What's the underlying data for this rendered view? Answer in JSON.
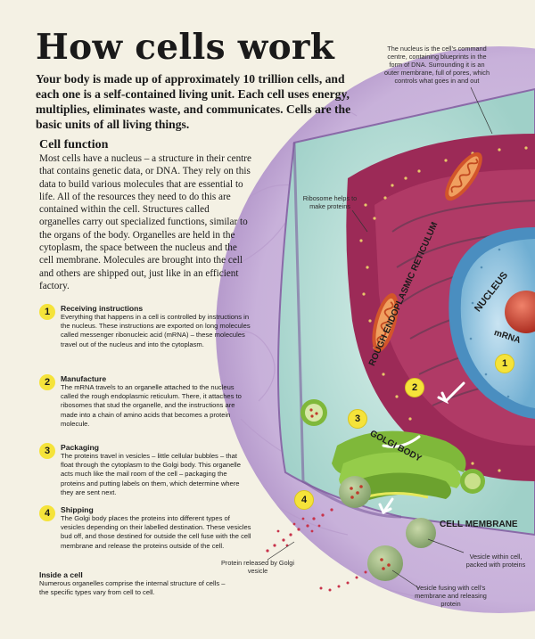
{
  "title": "How cells work",
  "intro": "Your body is made up of approximately 10 trillion cells, and each one is a self-contained living unit. Each cell uses energy, multiplies, eliminates waste, and communicates. Cells are the basic units of all living things.",
  "cell_function": {
    "heading": "Cell function",
    "body": "Most cells have a nucleus – a structure in their centre that contains genetic data, or DNA. They rely on this data to build various molecules that are essential to life. All of the resources they need to do this are contained within the cell. Structures called organelles carry out specialized functions, similar to the organs of the body. Organelles are held in the cytoplasm, the space between the nucleus and the cell membrane. Molecules are brought into the cell and others are shipped out, just like in an efficient factory."
  },
  "steps": [
    {
      "num": "1",
      "title": "Receiving instructions",
      "body": "Everything that happens in a cell is controlled by instructions in the nucleus. These instructions are exported on long molecules called messenger ribonucleic acid (mRNA) – these molecules travel out of the nucleus and into the cytoplasm."
    },
    {
      "num": "2",
      "title": "Manufacture",
      "body": "The mRNA travels to an organelle attached to the nucleus called the rough endoplasmic reticulum. There, it attaches to ribosomes that stud the organelle, and the instructions are made into a chain of amino acids that becomes a protein molecule."
    },
    {
      "num": "3",
      "title": "Packaging",
      "body": "The proteins travel in vesicles – little cellular bubbles – that float through the cytoplasm to the Golgi body. This organelle acts much like the mail room of the cell – packaging the proteins and putting labels on them, which determine where they are sent next."
    },
    {
      "num": "4",
      "title": "Shipping",
      "body": "The Golgi body places the proteins into different types of vesicles depending on their labelled destination. These vesicles bud off, and those destined for outside the cell fuse with the cell membrane and release the proteins outside of the cell."
    }
  ],
  "inside": {
    "title": "Inside a cell",
    "body": "Numerous organelles comprise the internal structure of cells – the specific types vary from cell to cell."
  },
  "annotations": {
    "nucleus": "The nucleus is the cell’s command centre, containing blueprints in the form of DNA. Surrounding it is an outer membrane, full of pores, which controls what goes in and out",
    "ribosome": "Ribosome helps to make proteins",
    "protein": "Protein released by Golgi vesicle",
    "vesicle": "Vesicle within cell, packed with proteins",
    "fusing": "Vesicle fusing with cell’s membrane and releasing protein"
  },
  "labels": {
    "rer": "ROUGH ENDOPLASMIC RETICULUM",
    "nucleus": "NUCLEUS",
    "mrna": "mRNA",
    "golgi": "GOLGI BODY",
    "membrane": "CELL MEMBRANE"
  },
  "markers": [
    "1",
    "2",
    "3",
    "4"
  ],
  "colors": {
    "background": "#f4f1e4",
    "membrane": "#c7b0d8",
    "cytoplasm": "#bfe0da",
    "rer": "#9c2a57",
    "nucleus": "#93c4df",
    "nucleolus": "#c43a2a",
    "golgi": "#7fb83a",
    "mitochondria": "#d2552a",
    "marker": "#f5e33a"
  }
}
